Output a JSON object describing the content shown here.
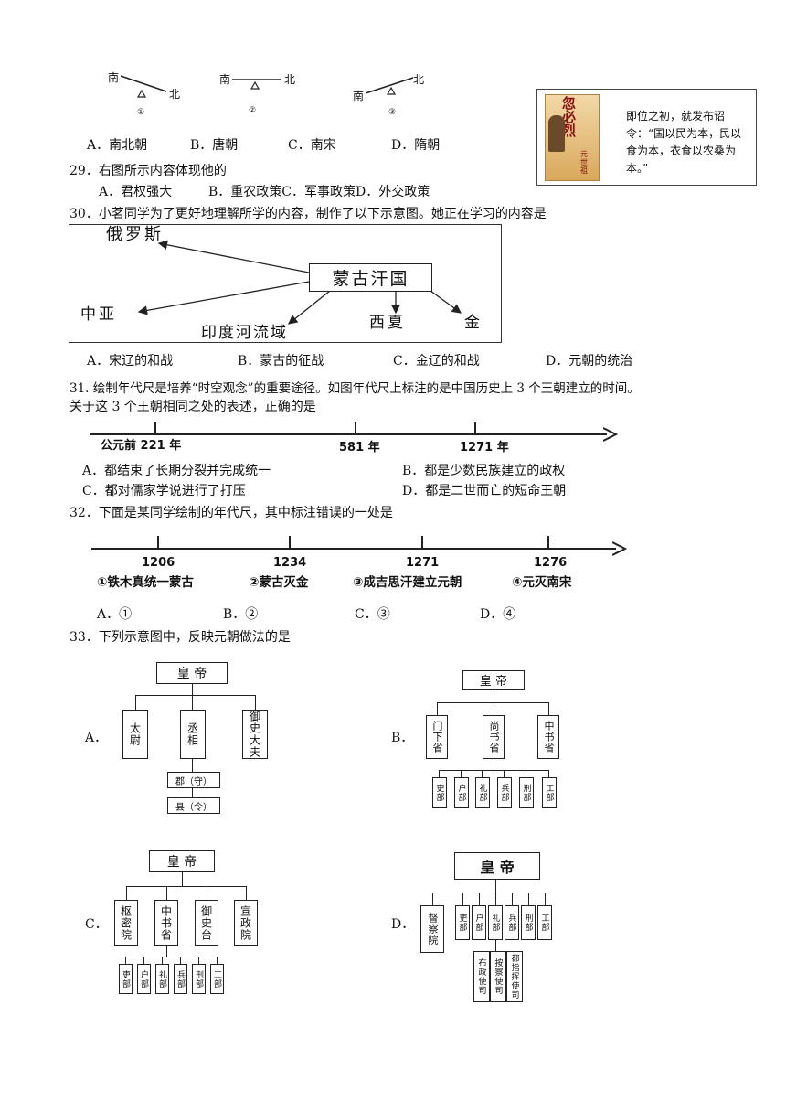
{
  "balance": {
    "labels": [
      "南",
      "北",
      "南",
      "北",
      "南",
      "北"
    ],
    "numbers": [
      "①",
      "②",
      "③"
    ]
  },
  "q28_options": [
    "A．南北朝",
    "B．唐朝",
    "C．南宋",
    "D．隋朝"
  ],
  "kublai": {
    "cover_title": "忽必烈",
    "cover_sub": "元世祖",
    "quote": "即位之初，就发布诏令：“国以民为本，民以食为本，衣食以农桑为本。”"
  },
  "q29": {
    "stem": "29．右图所示内容体现他的",
    "options": [
      "A．君权强大",
      "B．重农政策C．军事政策D．外交政策"
    ]
  },
  "q30": {
    "stem": "30．小茗同学为了更好地理解所学的内容，制作了以下示意图。她正在学习的内容是",
    "center": "蒙古汗国",
    "targets": [
      "俄罗斯",
      "中亚",
      "印度河流域",
      "西夏",
      "金"
    ],
    "options": [
      "A．宋辽的和战",
      "B．蒙古的征战",
      "C．金辽的和战",
      "D．元朝的统治"
    ]
  },
  "q31": {
    "stem1": "31. 绘制年代尺是培养“时空观念”的重要途径。如图年代尺上标注的是中国历史上 3 个王朝建立的时间。",
    "stem2": "关于这 3 个王朝相同之处的表述，正确的是",
    "ticks": [
      "公元前 221 年",
      "581 年",
      "1271 年"
    ],
    "options": [
      "A．都结束了长期分裂并完成统一",
      "B．都是少数民族建立的政权",
      "C．都对儒家学说进行了打压",
      "D．都是二世而亡的短命王朝"
    ]
  },
  "q32": {
    "stem": "32．下面是某同学绘制的年代尺，其中标注错误的一处是",
    "years": [
      "1206",
      "1234",
      "1271",
      "1276"
    ],
    "events": [
      "①铁木真统一蒙古",
      "②蒙古灭金",
      "③成吉思汗建立元朝",
      "④元灭南宋"
    ],
    "options": [
      "A．①",
      "B．②",
      "C．③",
      "D．④"
    ]
  },
  "q33": {
    "stem": "33．下列示意图中，反映元朝做法的是",
    "letters": [
      "A．",
      "B．",
      "C．",
      "D．"
    ],
    "A": {
      "top": "皇 帝",
      "children": [
        "太尉",
        "丞相",
        "御史大夫"
      ],
      "sub": [
        "郡（守）",
        "县（令）"
      ]
    },
    "B": {
      "top": "皇 帝",
      "children": [
        "门下省",
        "尚书省",
        "中书省"
      ],
      "sub": [
        "吏部",
        "户部",
        "礼部",
        "兵部",
        "刑部",
        "工部"
      ]
    },
    "C": {
      "top": "皇 帝",
      "children": [
        "枢密院",
        "中书省",
        "御史台",
        "宣政院"
      ],
      "sub": [
        "吏部",
        "户部",
        "礼部",
        "兵部",
        "刑部",
        "工部"
      ]
    },
    "D": {
      "top": "皇 帝",
      "left": "督察院",
      "children": [
        "吏部",
        "户部",
        "礼部",
        "兵部",
        "刑部",
        "工部"
      ],
      "sub": [
        "布政使司",
        "按察使司",
        "都指挥使司"
      ]
    }
  }
}
